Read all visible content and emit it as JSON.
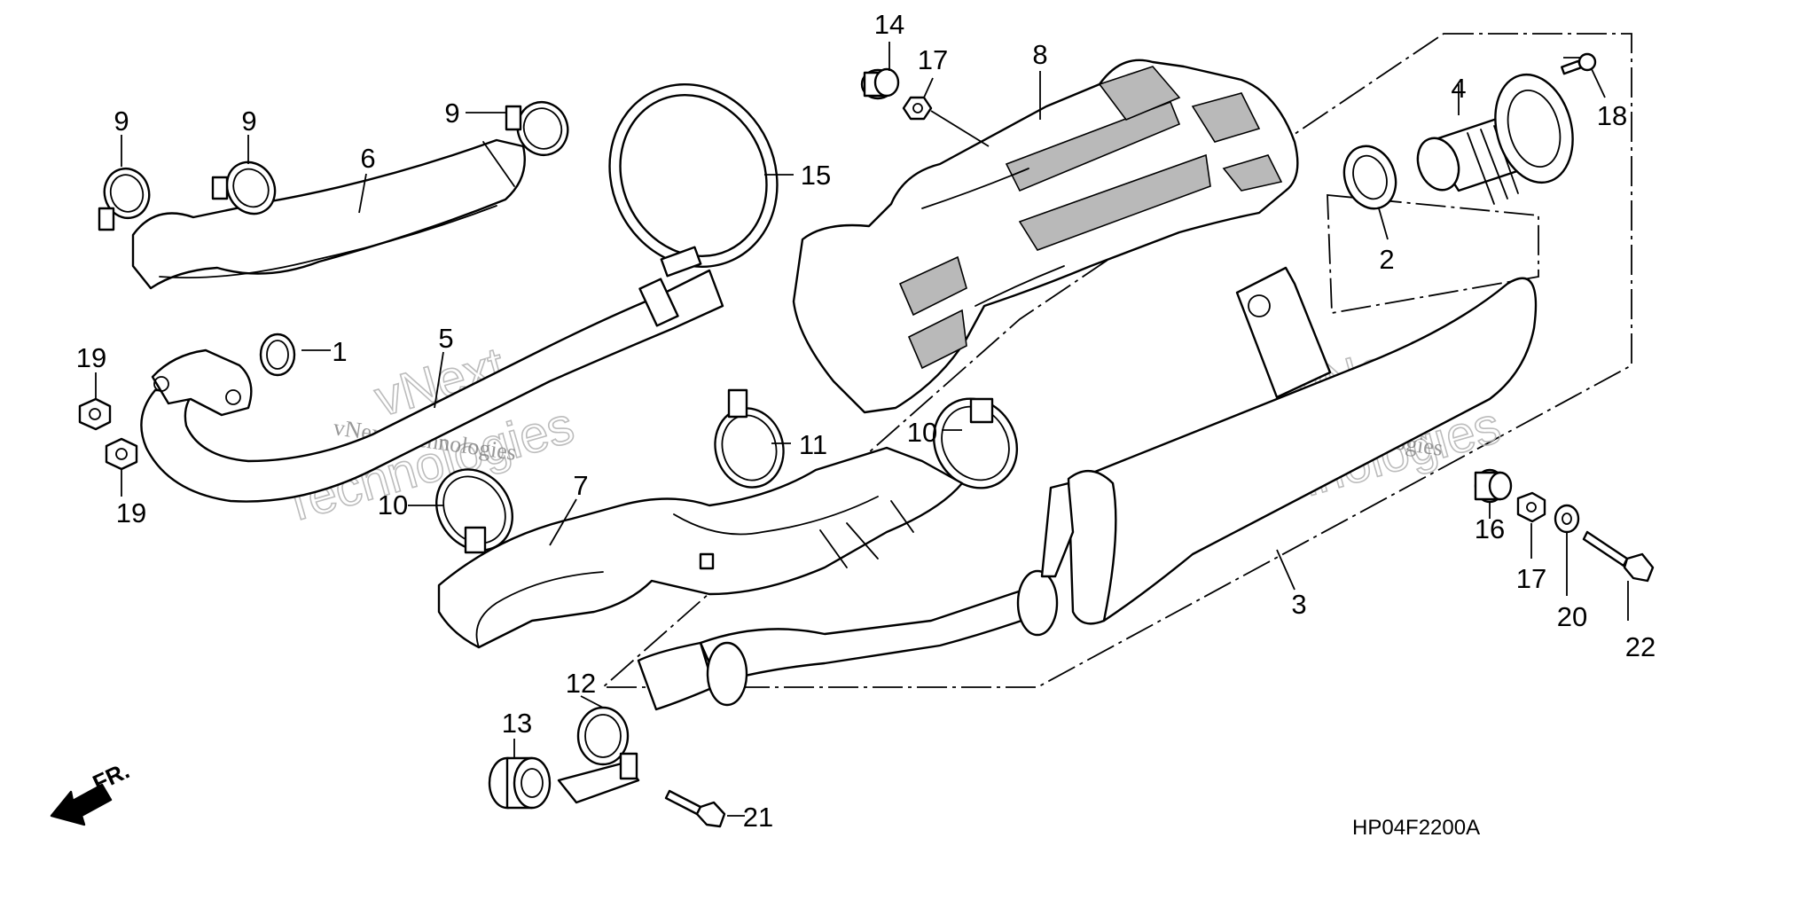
{
  "diagram": {
    "code": "HP04F2200A",
    "direction_label": "FR.",
    "watermark": [
      "vNext",
      "Technologies",
      "vNext Technologies"
    ],
    "callouts": {
      "p1": "1",
      "p2": "2",
      "p3": "3",
      "p4": "4",
      "p5": "5",
      "p6": "6",
      "p7": "7",
      "p8": "8",
      "p9a": "9",
      "p9b": "9",
      "p9c": "9",
      "p10a": "10",
      "p10b": "10",
      "p11": "11",
      "p12": "12",
      "p13": "13",
      "p14": "14",
      "p15": "15",
      "p16": "16",
      "p17a": "17",
      "p17b": "17",
      "p18": "18",
      "p19a": "19",
      "p19b": "19",
      "p20": "20",
      "p21": "21",
      "p22": "22"
    }
  }
}
